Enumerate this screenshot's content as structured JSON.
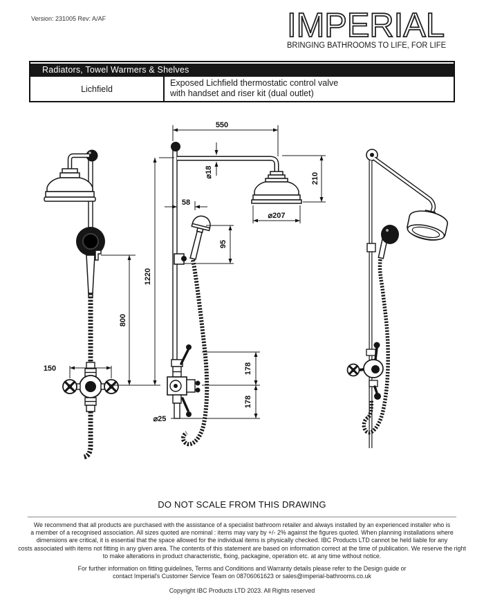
{
  "meta": {
    "version_label": "Version: 231005 Rev: A/AF"
  },
  "logo": {
    "name": "IMPERIAL",
    "tagline": "BRINGING BATHROOMS TO LIFE, FOR LIFE"
  },
  "product_table": {
    "category_header": "Radiators, Towel Warmers & Shelves",
    "product_name": "Lichfield",
    "description_line1": "Exposed Lichfield thermostatic control valve",
    "description_line2": "with handset and riser kit (dual outlet)"
  },
  "drawing": {
    "note": "DO NOT SCALE FROM THIS DRAWING",
    "dims": {
      "arm_width": "550",
      "arm_pipe_dia": "⌀18",
      "head_drop": "210",
      "head_dia": "⌀207",
      "handset_offset": "58",
      "handset_len": "95",
      "riser_height": "1220",
      "hose_drop": "800",
      "valve_width": "150",
      "outlet_gap_top": "178",
      "outlet_gap_bottom": "178",
      "outlet_dia": "⌀25"
    }
  },
  "footer": {
    "disclaimer": [
      "We recommend that all products are purchased with the assistance of a specialist bathroom retailer and always installed by an experienced installer who is",
      "a member of a recognised association. All sizes quoted are nominal : items may vary by +/- 2% against the figures quoted. When planning installations where",
      "dimensions are critical, it is essential that the space allowed for the individual items is physically checked. IBC Products LTD cannot be held liable for any",
      "costs associated with items not fitting in any given area. The contents of this statement are based on information correct at the time of publication. We reserve the right",
      "to make alterations in product characteristic, fixing, packagine, operation etc. at any time without notice."
    ],
    "contact": [
      "For further information on fitting guidelines, Terms and Conditions and Warranty details please refer to the Design guide or",
      "contact Imperial's Customer Service Team on 08706061623 or sales@imperial-bathrooms.co.uk"
    ],
    "copyright": "Copyright IBC Products LTD 2023. All Rights reserved"
  }
}
